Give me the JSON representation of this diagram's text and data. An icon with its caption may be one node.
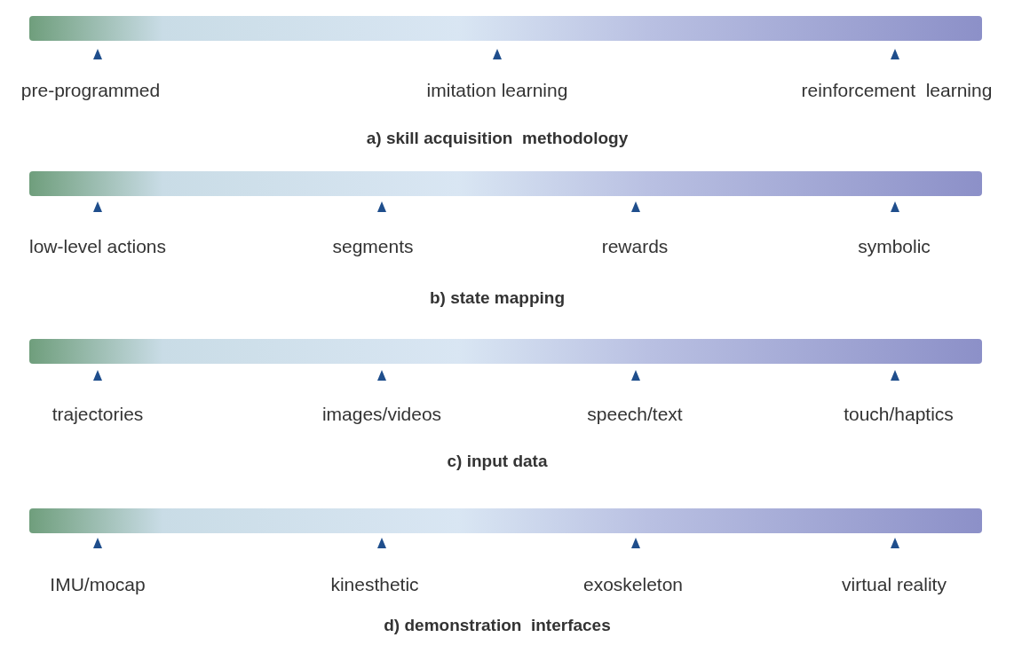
{
  "diagram": {
    "nodes": [
      {
        "text": [],
        "shape": "bar"
      },
      {
        "text": [],
        "shape": "bar"
      },
      {
        "text": [],
        "shape": "bar"
      },
      {
        "text": [],
        "shape": "bar"
      }
    ],
    "labels": [
      "pre-programmed",
      "imitation learning",
      "reinforcement  learning",
      "a) skill acquisition  methodology",
      "low-level actions",
      "segments",
      "rewards",
      "symbolic",
      "b) state mapping",
      "trajectories",
      "images/videos",
      "speech/text",
      "touch/haptics",
      "c) input data",
      "IMU/mocap",
      "kinesthetic",
      "exoskeleton",
      "virtual reality",
      "d) demonstration  interfaces"
    ]
  }
}
